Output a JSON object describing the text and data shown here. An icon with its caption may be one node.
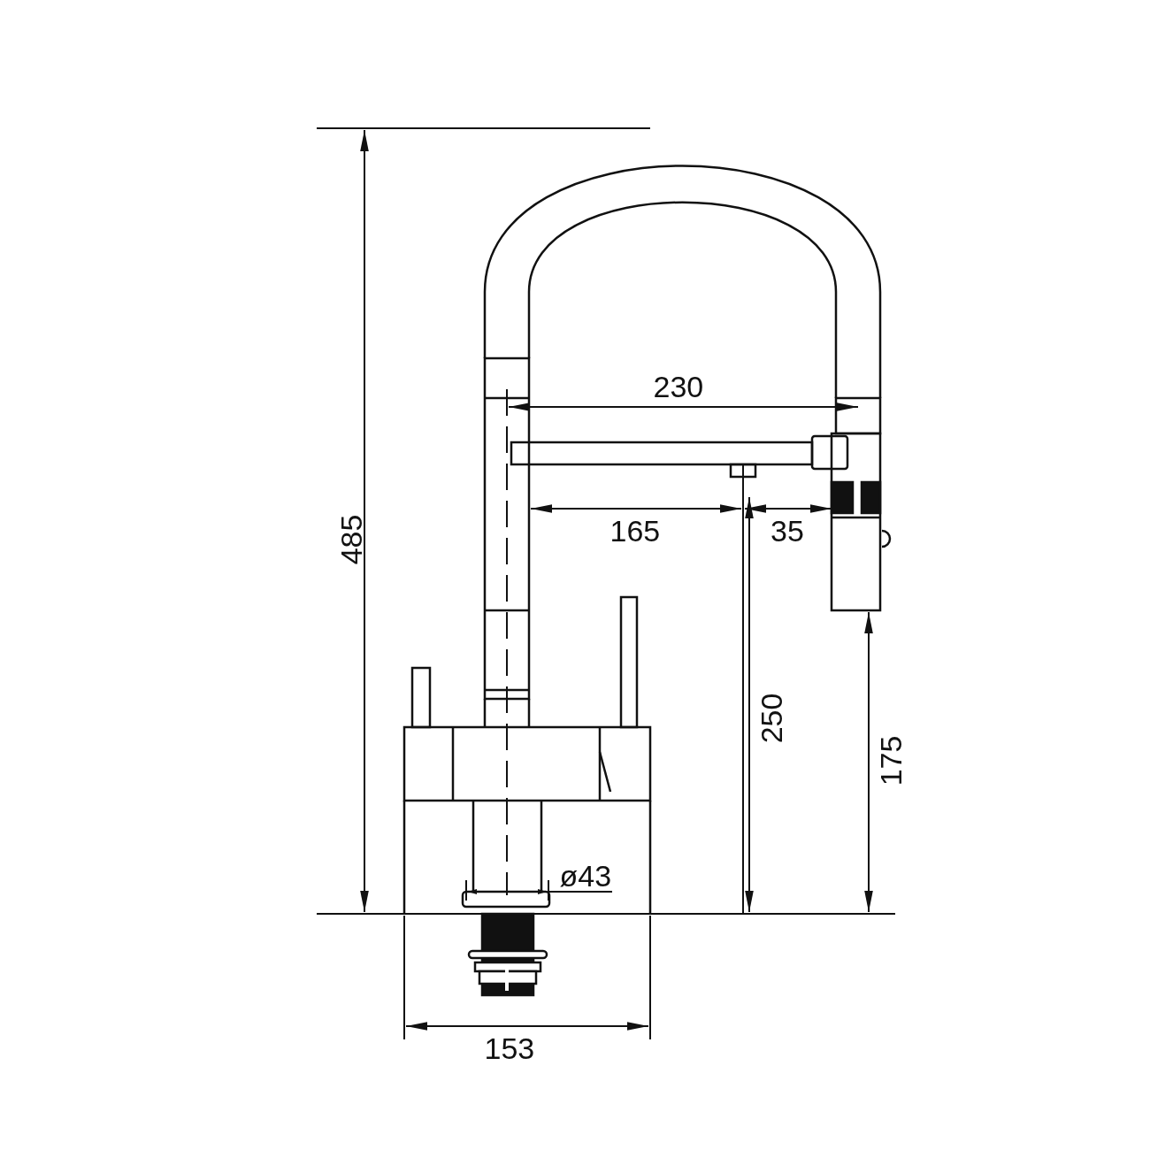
{
  "diagram": {
    "labels": [
      "485",
      "230",
      "165",
      "35",
      "250",
      "175",
      "ø43",
      "153"
    ]
  }
}
